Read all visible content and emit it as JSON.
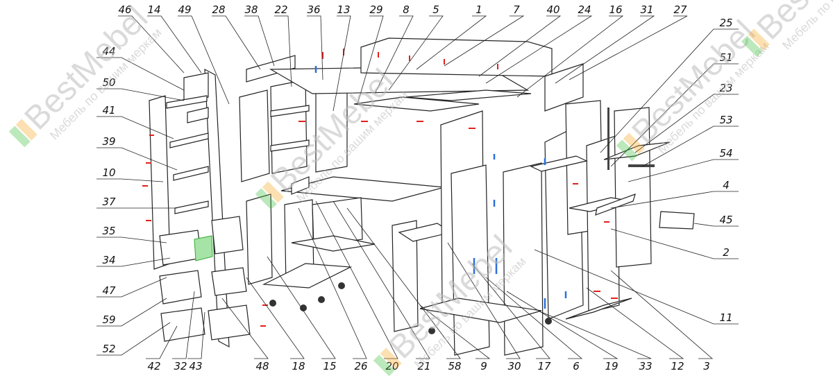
{
  "callouts": {
    "top": [
      "46",
      "14",
      "49",
      "28",
      "38",
      "22",
      "36",
      "13",
      "29",
      "8",
      "5",
      "1",
      "7",
      "40",
      "24",
      "16",
      "31",
      "27"
    ],
    "left": [
      "44",
      "50",
      "41",
      "39",
      "10",
      "37",
      "35",
      "34",
      "47",
      "59",
      "52"
    ],
    "right": [
      "25",
      "51",
      "23",
      "53",
      "54",
      "4",
      "45",
      "2",
      "11"
    ],
    "bottom": [
      "42",
      "32",
      "43",
      "48",
      "18",
      "15",
      "26",
      "20",
      "21",
      "58",
      "9",
      "30",
      "17",
      "6",
      "19",
      "33",
      "12",
      "3"
    ]
  },
  "watermark": {
    "brand": "BestMebel",
    "slogan": "Мебель по вашим меркам"
  },
  "colors": {
    "line": "#222222",
    "fastener_red": "#e0201c",
    "fastener_blue": "#2a6fdb",
    "watermark_gray": "#bdbdbd",
    "watermark_green": "#3fbf3f",
    "watermark_orange": "#f5a623"
  }
}
